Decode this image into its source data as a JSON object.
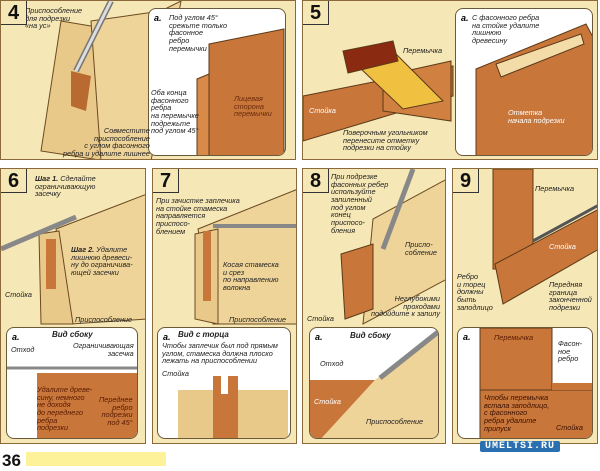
{
  "panels": {
    "p4": {
      "number": "4",
      "tool_label": "Приспособление\nдля подрезки\n«на ус»",
      "align_label": "Совместите\nприспособление\nс углом фасонного\nребра и удалите лишнее",
      "inset": {
        "letter": "a.",
        "cut_label": "Под углом 45°\nсрежьте только\nфасонное\nребро\nперемычки",
        "both_ends_label": "Оба конца\nфасонного\nребра\nна перемычке\nподрежьте\nпод углом 45°",
        "face_label": "Лицевая\nсторона\nперемычки"
      }
    },
    "p5": {
      "number": "5",
      "rail_label": "Перемычка",
      "stile_label": "Стойка",
      "transfer_label": "Поверочным угольником\nперенесите отметку\nподрезки на стойку",
      "inset": {
        "letter": "a.",
        "remove_label": "С фасонного ребра\nна стойке удалите\nлишнюю\nдревесину",
        "mark_label": "Отметка\nначала подрезки"
      }
    },
    "p6": {
      "number": "6",
      "step1_label": "Шаг 1.",
      "step1_text": " Сделайте\nограничивающую\nзасечку",
      "step2_label": "Шаг 2.",
      "step2_text": " Удалите\nлишнюю древеси-\nну до ограничива-\nющей засечки",
      "stile_label": "Стойка",
      "jig_label": "Приспособление",
      "inset": {
        "letter": "a.",
        "title": "Вид сбоку",
        "waste_label": "Отход",
        "notch_label": "Ограничивающая\nзасечка",
        "remove_label": "Удалите древе-\nсину, немного\nне доходя\nдо переднего\nребра\nподрезки",
        "edge_label": "Переднее\nребро\nподрезки\nпод 45°"
      }
    },
    "p7": {
      "number": "7",
      "guide_label": "При зачистке заплечика\nна стойке стамеска\nнаправляется\nприспосо-\nблением",
      "chisel_label": "Косая стамеска\nи срез\nпо направлению\nволокна",
      "jig_label": "Приспособление",
      "inset": {
        "letter": "a.",
        "title": "Вид с торца",
        "note": "Чтобы заплечик был под прямым\nуглом, стамеска должна плоско\nлежать на приспособлении",
        "stile_label": "Стойка"
      }
    },
    "p8": {
      "number": "8",
      "tip_label": "При подрезке\nфасонных ребер\nиспользуйте\nзапиленный\nпод углом\nконец\nприспосо-\nбления",
      "jig_label": "Присло-\nсобление",
      "passes_label": "Неглубокими\nпроходами\nподойдите к запилу",
      "stile_label": "Стойка",
      "inset": {
        "letter": "a.",
        "title": "Вид сбоку",
        "waste_label": "Отход",
        "stile_label": "Стойка",
        "jig_label": "Приспособление"
      }
    },
    "p9": {
      "number": "9",
      "rail_label": "Перемычка",
      "stile_label": "Стойка",
      "flush_label": "Ребро\nи торец\nдолжны\nбыть\nзаподлицо",
      "border_label": "Передняя\nграница\nзаконченной\nподрезки",
      "inset": {
        "letter": "a.",
        "rail_label": "Перемычка",
        "profile_label": "Фасон-\nное\nребро",
        "note": "Чтобы перемычка\nвстала заподлицо,\nс фасонного\nребра удалите\nприпуск",
        "stile_label": "Стойка"
      }
    }
  },
  "footer": {
    "page_number": "36",
    "watermark": "UMELTSI.RU"
  },
  "colors": {
    "panel_bg": "#f6e7b6",
    "wood_dark": "#c8763a",
    "wood_light": "#e9c98a",
    "border": "#8a6a3a"
  }
}
